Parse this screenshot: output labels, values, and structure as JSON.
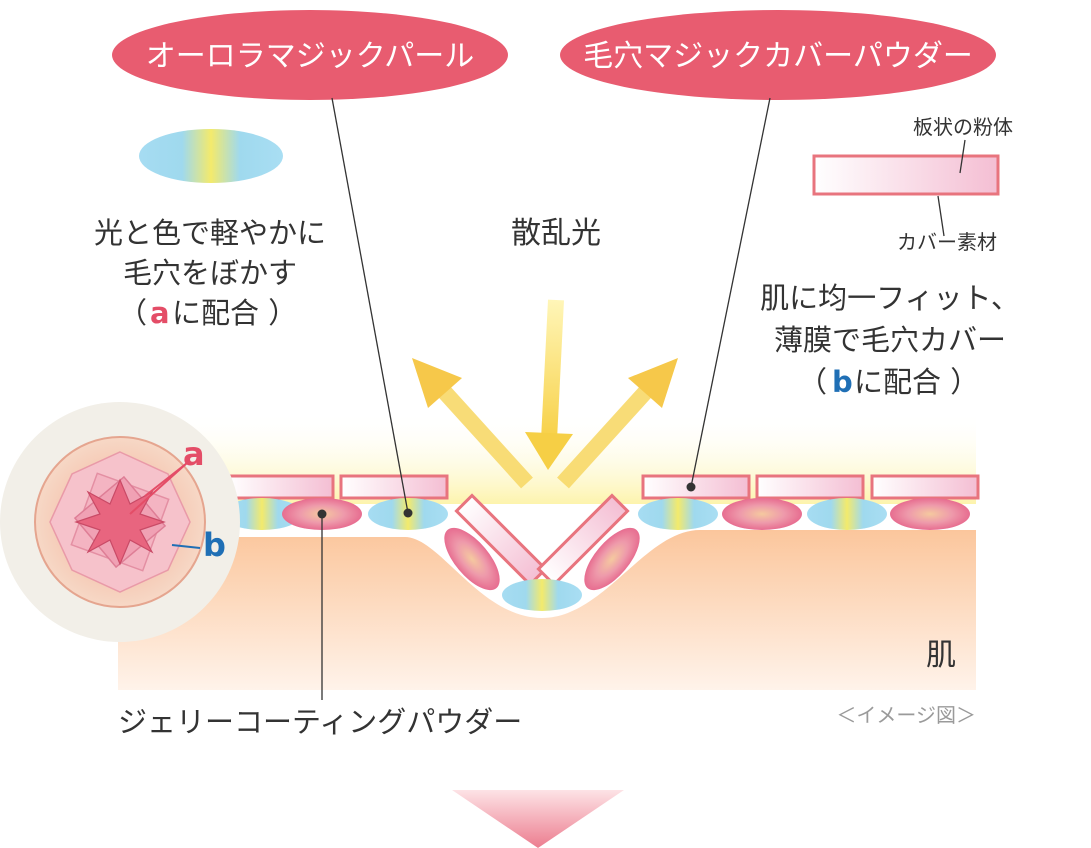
{
  "labels": {
    "aurora_pearl": "オーロラマジックパール",
    "pore_powder": "毛穴マジックカバーパウダー",
    "plate_powder": "板状の粉体",
    "cover_material": "カバー素材",
    "scatter_light": "散乱光",
    "left_desc_1": "光と色で軽やかに",
    "left_desc_2": "毛穴をぼかす",
    "left_desc_open": "（",
    "left_desc_letter": "a",
    "left_desc_rest": "に配合 ）",
    "right_desc_1": "肌に均一フィット、",
    "right_desc_2": "薄膜で毛穴カバー",
    "right_desc_open": "（",
    "right_desc_letter": "b",
    "right_desc_rest": "に配合 ）",
    "skin": "肌",
    "jelly_powder": "ジェリーコーティングパウダー",
    "image_note": "＜イメージ図＞",
    "marker_a": "a",
    "marker_b": "b"
  },
  "colors": {
    "title_bubble": "#e85c70",
    "letter_a": "#e44d67",
    "letter_b": "#1f6fb5",
    "arrow": "#f7d343",
    "skin": "#fbc8a0",
    "plate_stroke": "#e8747e"
  }
}
